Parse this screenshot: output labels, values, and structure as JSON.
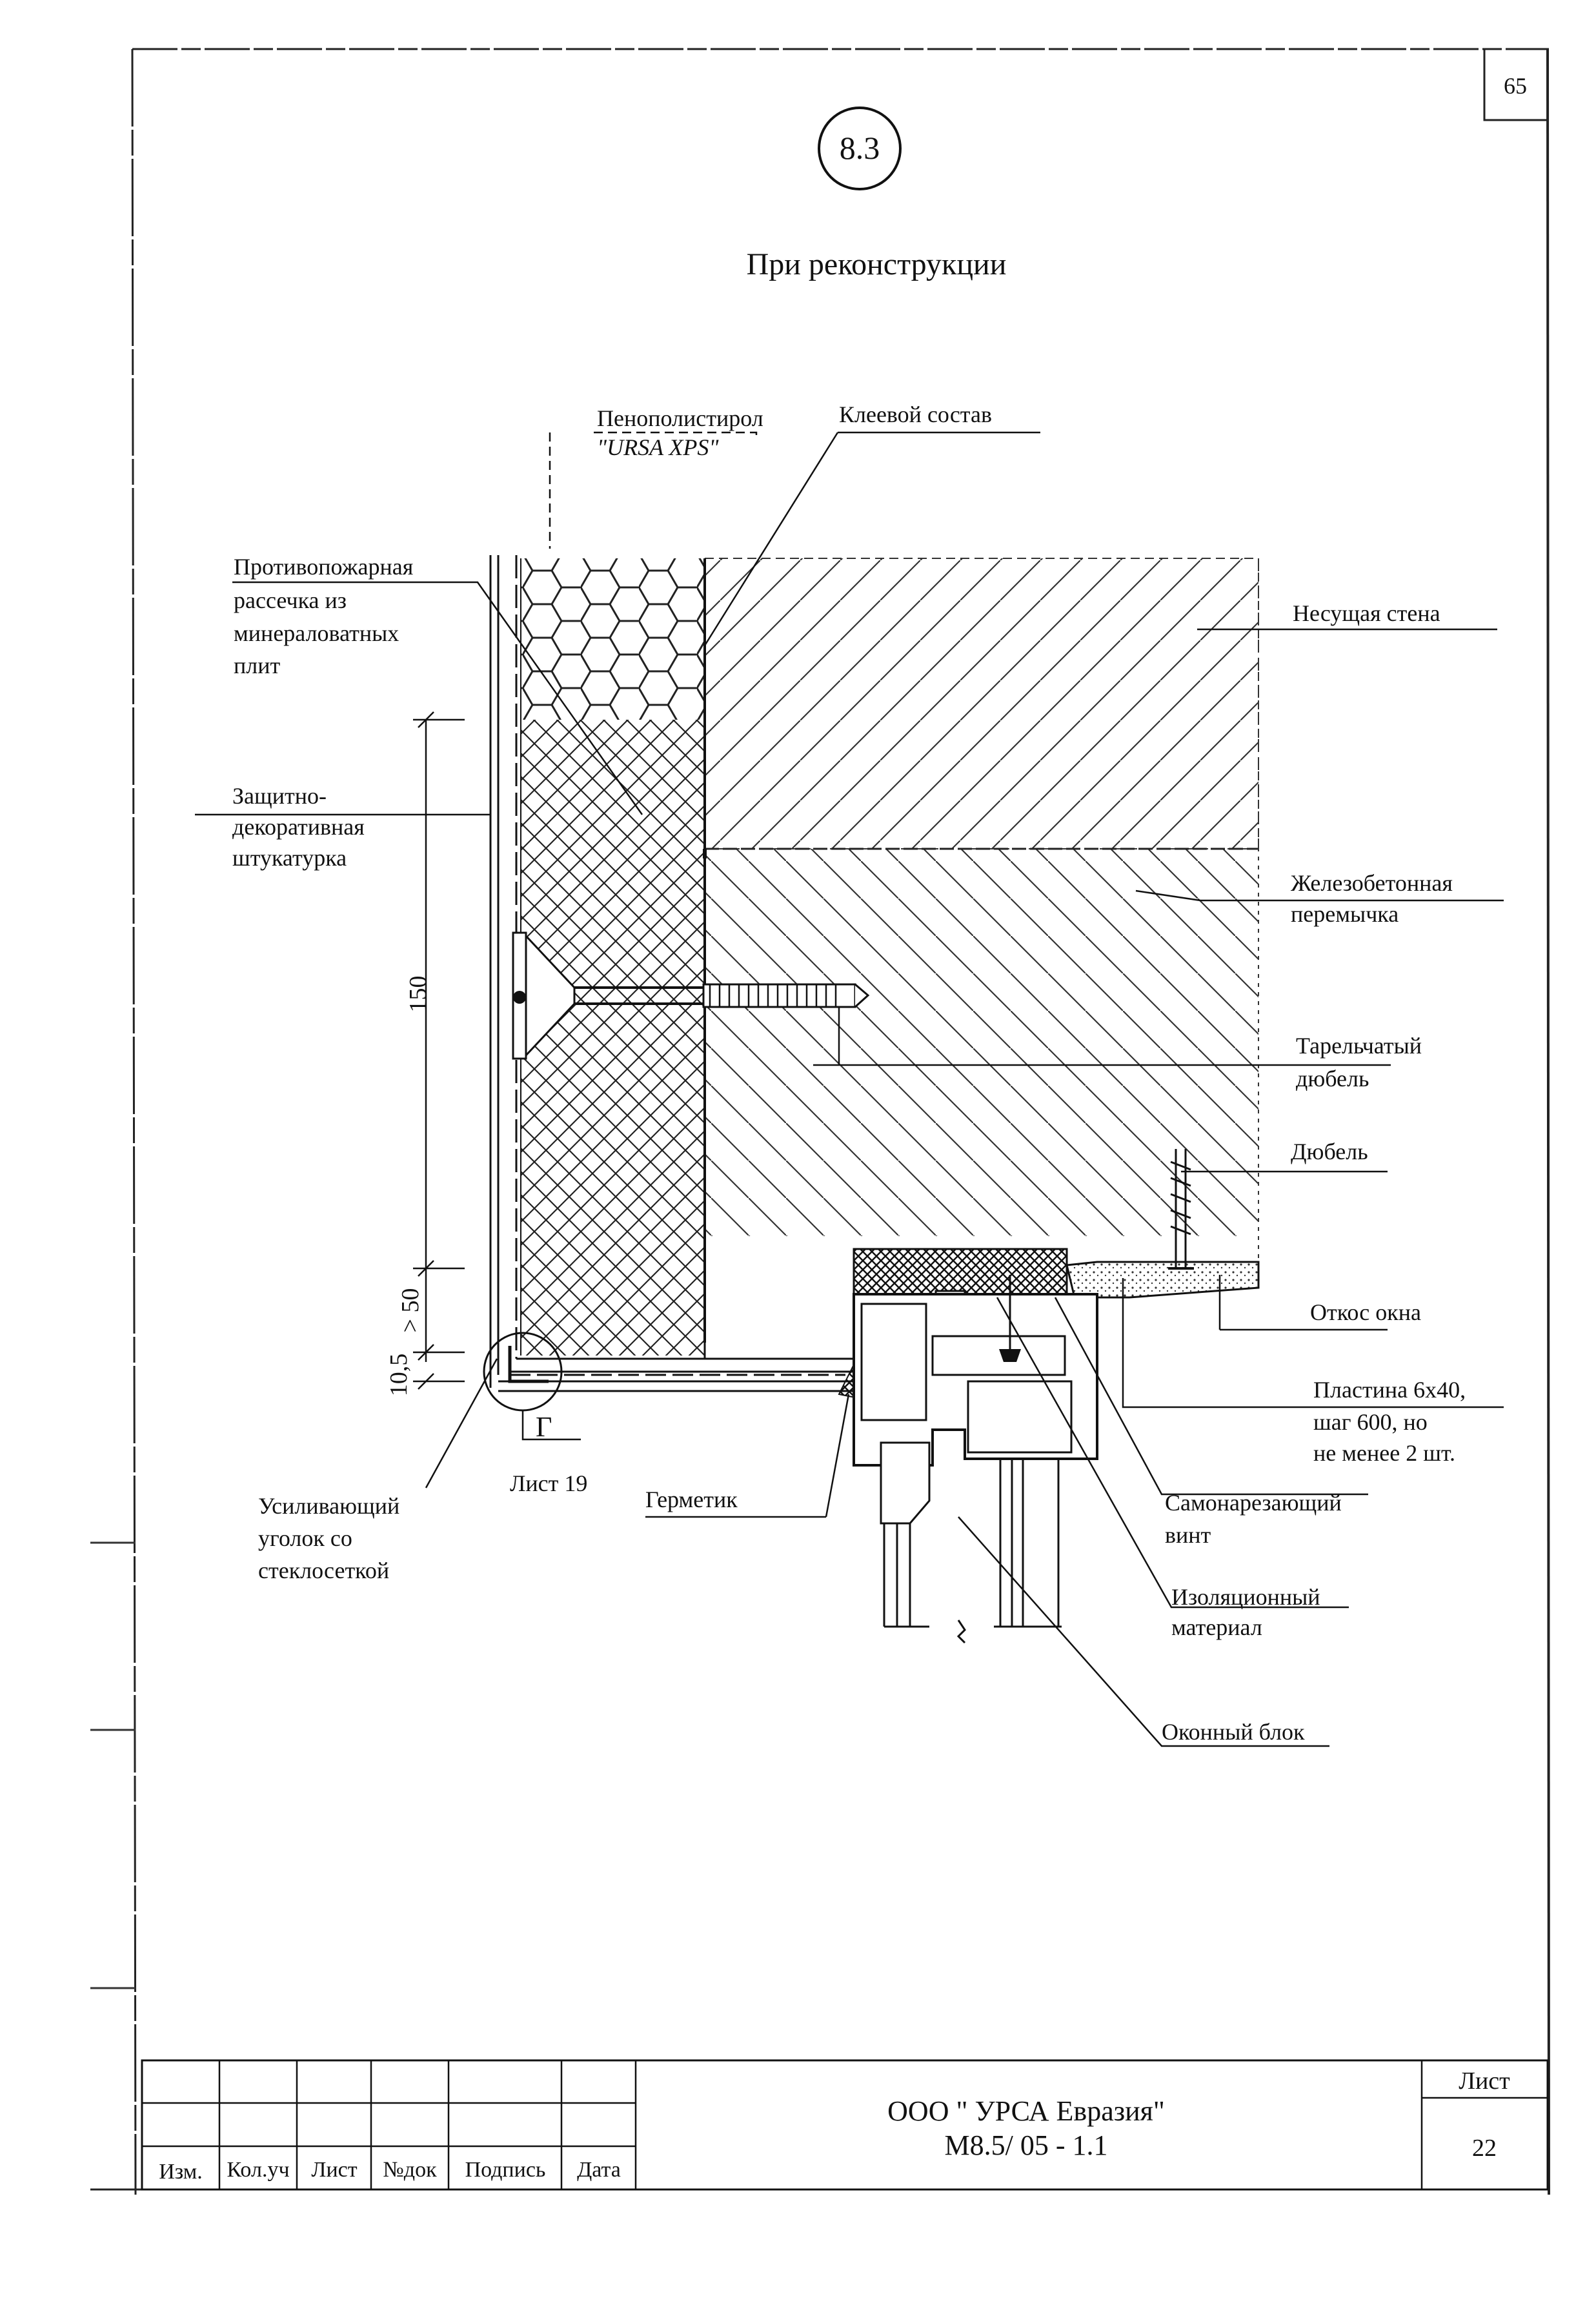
{
  "sheet": {
    "corner_number": "65",
    "detail_number": "8.3",
    "title": "При реконструкции"
  },
  "callouts": {
    "eps_line1": "Пенополистирол",
    "eps_line2": "\"URSA XPS\"",
    "adhesive": "Клеевой состав",
    "firebreak": [
      "Противопожарная",
      "рассечка из",
      "минераловатных",
      "плит"
    ],
    "bearing_wall": "Несущая стена",
    "plaster": [
      "Защитно-",
      "декоративная",
      "штукатурка"
    ],
    "lintel": [
      "Железобетонная",
      "перемычка"
    ],
    "disc_dowel": [
      "Тарельчатый",
      "дюбель"
    ],
    "dowel": "Дюбель",
    "window_reveal": "Откос окна",
    "plate": [
      "Пластина 6х40,",
      "шаг 600, но",
      "не менее 2 шт."
    ],
    "reinforcing_corner": [
      "Усиливающий",
      "уголок со",
      "стеклосеткой"
    ],
    "sealant": "Герметик",
    "self_tapping_screw": [
      "Самонарезающий",
      "винт"
    ],
    "insulation_material": [
      "Изоляционный",
      "материал"
    ],
    "window_block": "Оконный блок",
    "detail_ref_letter": "Г",
    "detail_ref_sheet": "Лист 19"
  },
  "dimensions": {
    "d150": "150",
    "d50": "> 50",
    "d10_5": "10,5"
  },
  "title_block": {
    "columns": [
      "Изм.",
      "Кол.уч",
      "Лист",
      "№док",
      "Подпись",
      "Дата"
    ],
    "company": "ООО \" УРСА Евразия\"",
    "document_code": "М8.5/ 05 - 1.1",
    "sheet_label": "Лист",
    "sheet_number": "22"
  }
}
